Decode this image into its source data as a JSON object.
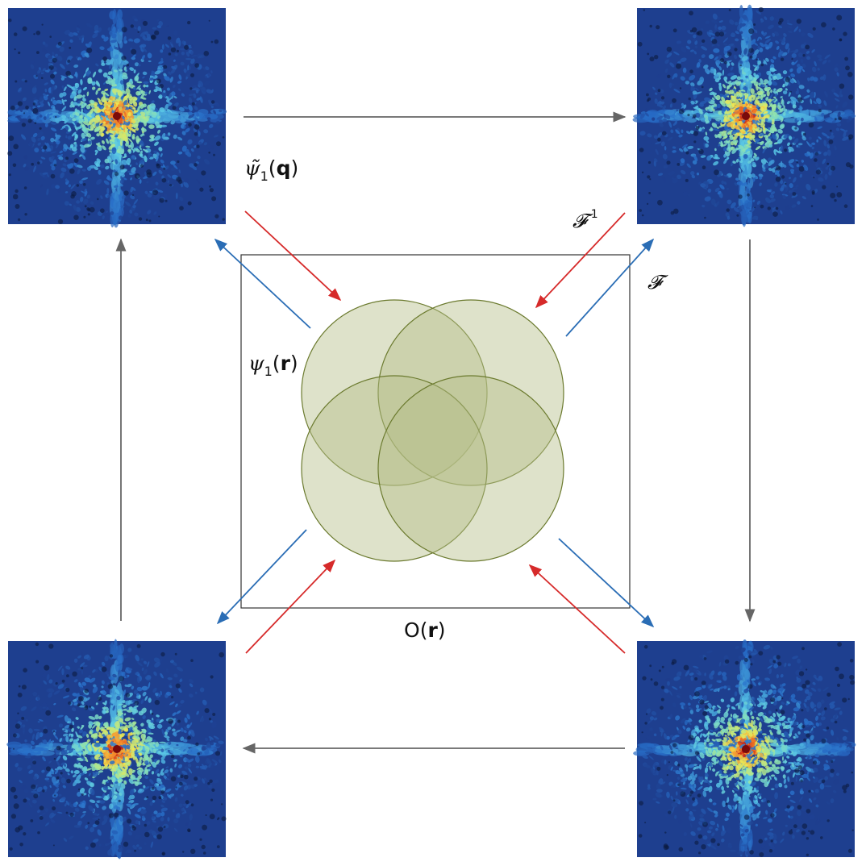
{
  "labels": {
    "psi_q": {
      "symbol": "ψ̃",
      "sub": "1",
      "open": "(",
      "arg": "q",
      "close": ")"
    },
    "psi_r": {
      "symbol": "ψ",
      "sub": "1",
      "open": "(",
      "arg": "r",
      "close": ")"
    },
    "object": {
      "symbol": "O",
      "open": "(",
      "arg": "r",
      "close": ")"
    },
    "fourier_inverse": {
      "symbol": "𝓕",
      "sup": "-1"
    },
    "fourier": {
      "symbol": "𝓕"
    }
  },
  "colors": {
    "gray_arrow": "#666666",
    "red_arrow": "#d62a2a",
    "blue_arrow": "#2a6db5",
    "probe_fill": "#b5bf8a",
    "probe_stroke": "#6b7a2e",
    "frame": "#333333"
  },
  "diffraction_patterns": [
    {
      "name": "top-left",
      "seed": 11
    },
    {
      "name": "top-right",
      "seed": 23
    },
    {
      "name": "bottom-left",
      "seed": 37
    },
    {
      "name": "bottom-right",
      "seed": 51
    }
  ]
}
